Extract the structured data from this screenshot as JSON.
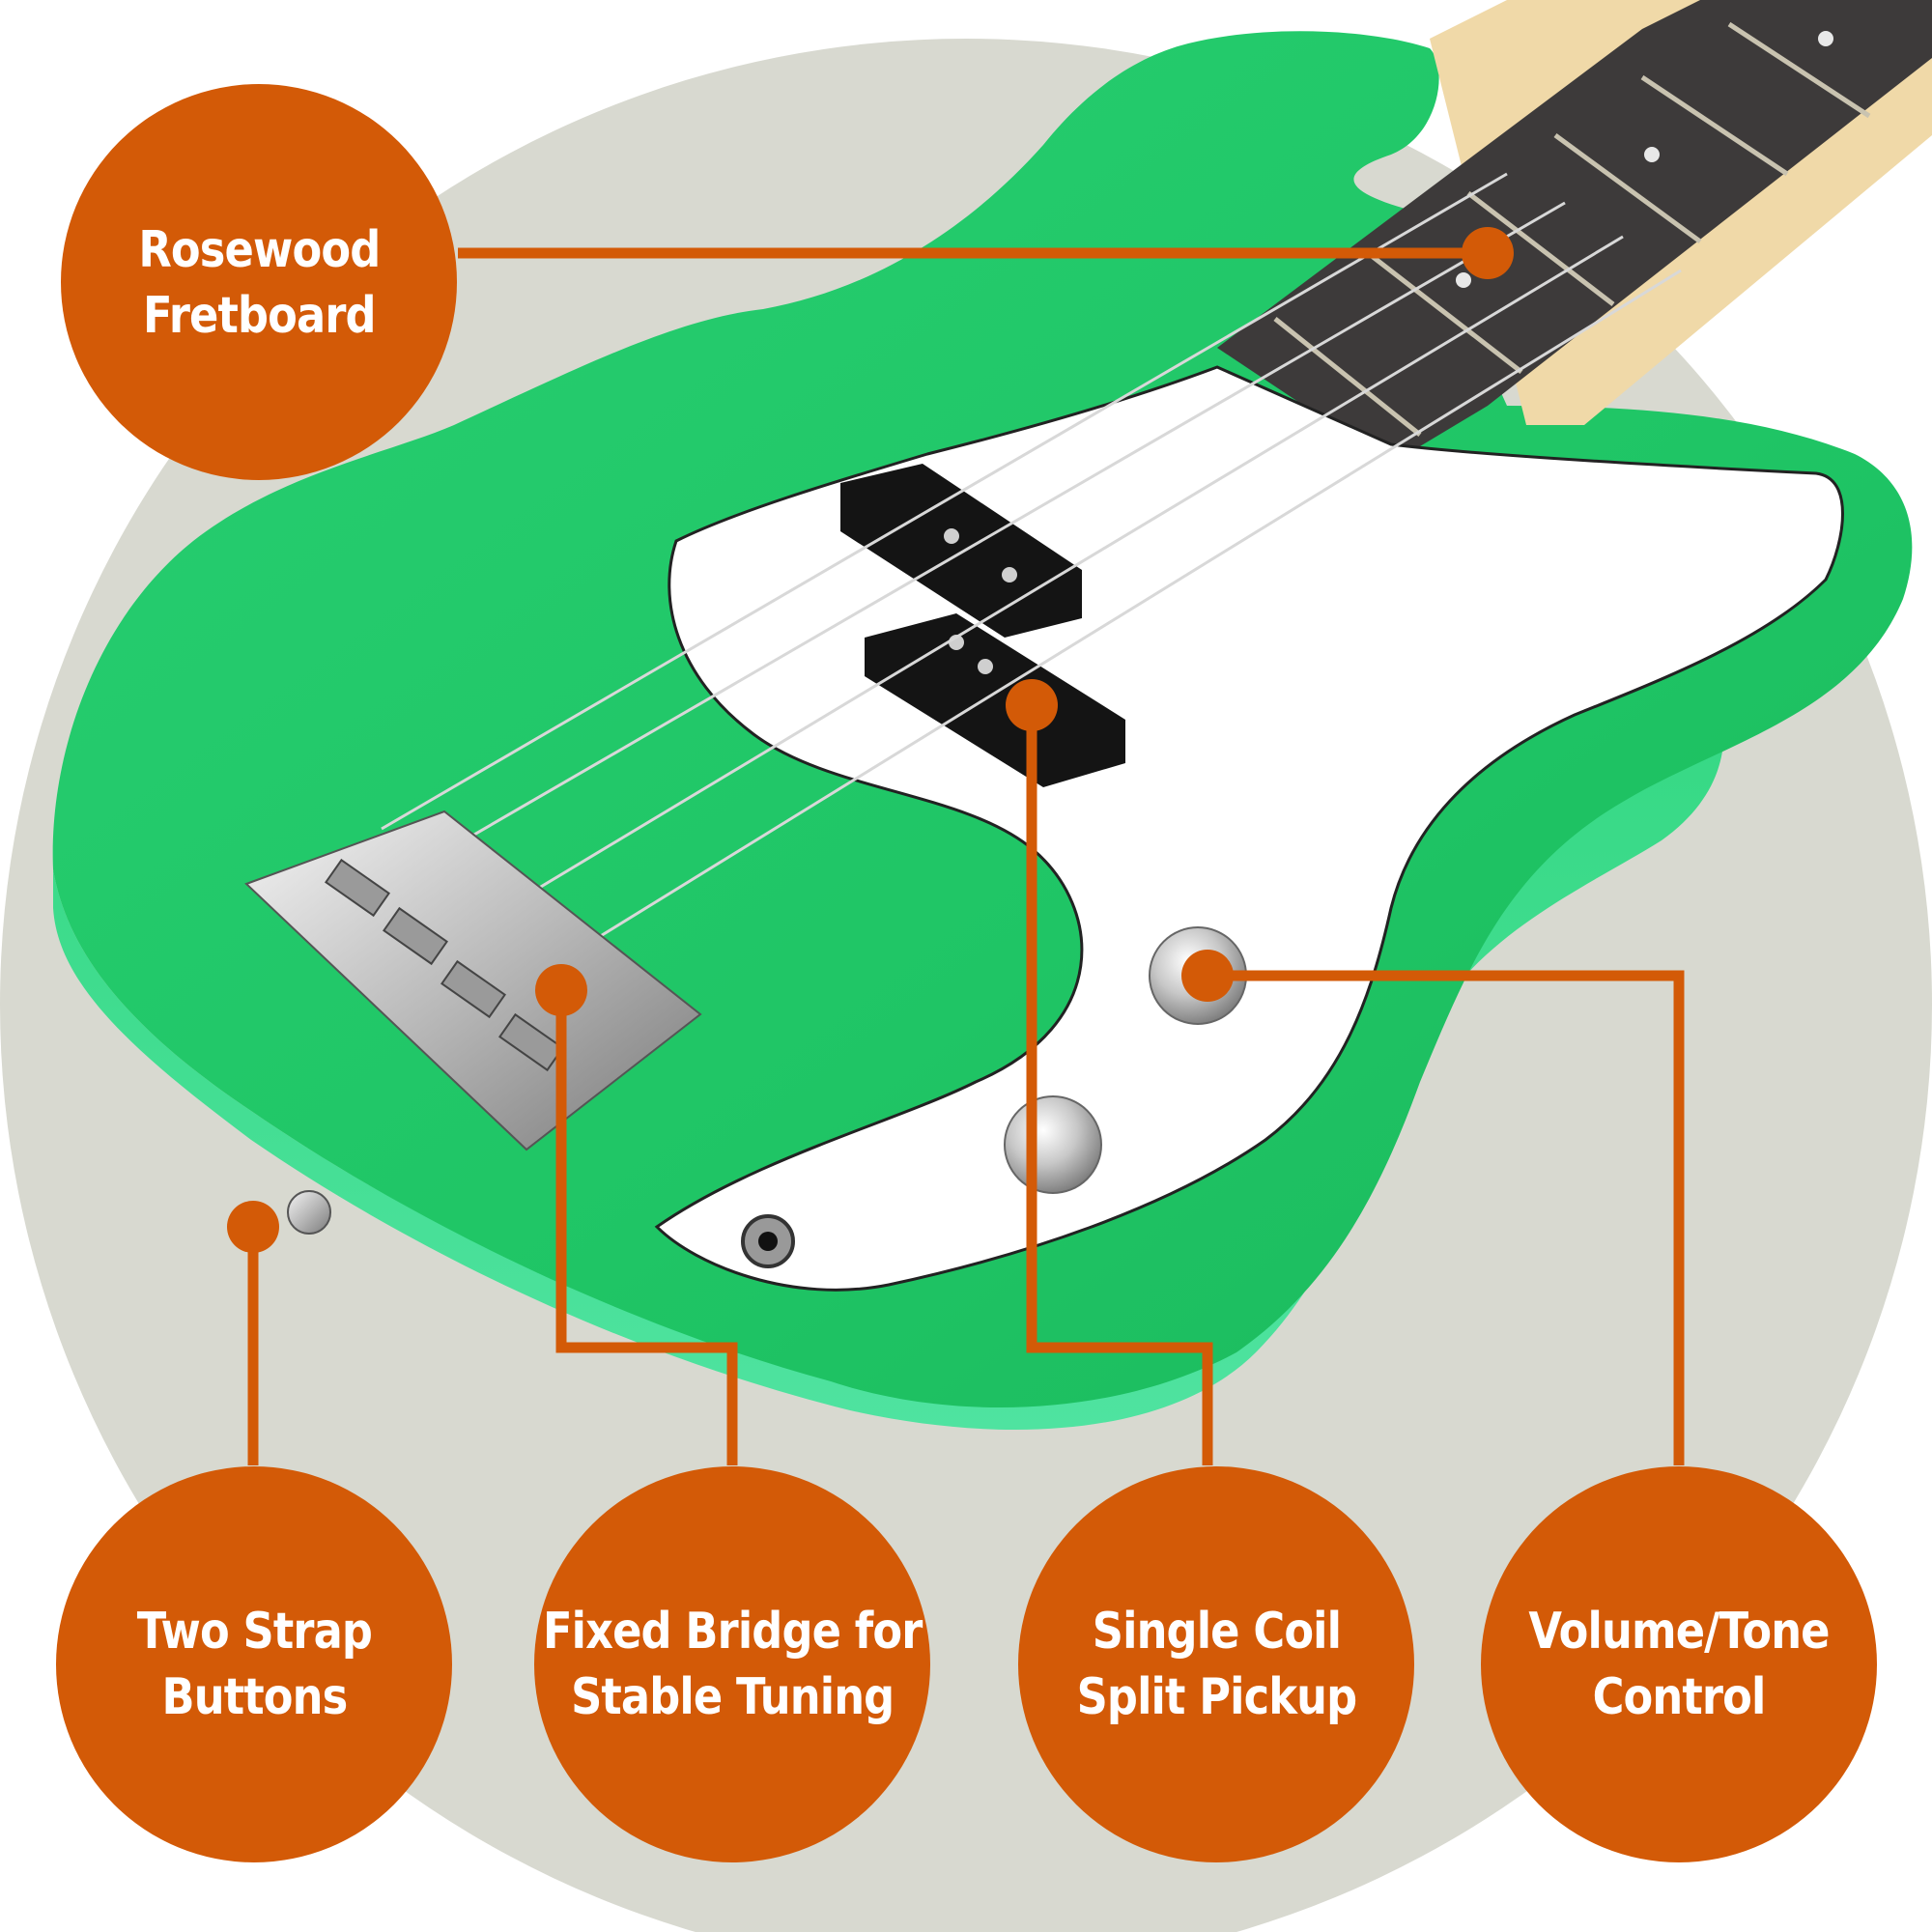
{
  "colors": {
    "background_circle": "#d8d9d0",
    "body_green": "#22c86a",
    "pickguard": "#ffffff",
    "callout_orange": "#d35a07",
    "label_text": "#ffffff"
  },
  "callouts": [
    {
      "id": "rosewood",
      "lines": [
        "Rosewood",
        "Fretboard"
      ]
    },
    {
      "id": "strap",
      "lines": [
        "Two Strap",
        "Buttons"
      ]
    },
    {
      "id": "bridge",
      "lines": [
        "Fixed Bridge for",
        "Stable Tuning"
      ]
    },
    {
      "id": "pickup",
      "lines": [
        "Single Coil",
        "Split Pickup"
      ]
    },
    {
      "id": "volume",
      "lines": [
        "Volume/Tone",
        "Control"
      ]
    }
  ]
}
